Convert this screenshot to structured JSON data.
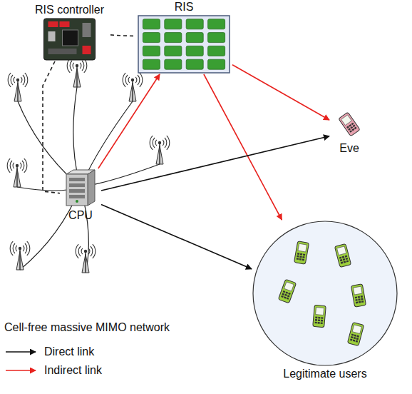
{
  "diagram": {
    "nodes": [
      {
        "text": [
          "RIS controller"
        ]
      },
      {
        "text": [
          "RIS"
        ]
      },
      {
        "text": [
          "CPU"
        ]
      },
      {
        "text": [
          "Eve"
        ]
      },
      {
        "text": [
          "Legitimate users"
        ]
      }
    ],
    "edges": [
      {
        "from": 2,
        "to": 1,
        "arrow": "to"
      },
      {
        "from": 1,
        "to": 3,
        "arrow": "to"
      },
      {
        "from": 1,
        "to": 4,
        "arrow": "to"
      },
      {
        "from": 2,
        "to": 3,
        "arrow": "to"
      },
      {
        "from": 2,
        "to": 4,
        "arrow": "to"
      },
      {
        "from": 0,
        "to": 1,
        "arrow": "none"
      },
      {
        "from": 0,
        "to": 2,
        "arrow": "none"
      }
    ],
    "labels": [
      "Cell-free massive MIMO network"
    ],
    "legend": [
      {
        "text": "Direct link"
      },
      {
        "text": "Indirect link"
      }
    ]
  }
}
